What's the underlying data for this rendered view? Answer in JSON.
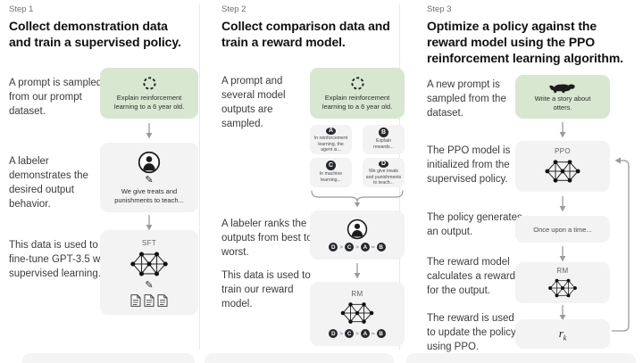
{
  "colors": {
    "background": "#ffffff",
    "green_box": "#d8e7d0",
    "gray_box": "#f3f3f3",
    "dark_circle": "#24272c",
    "arrow_gray": "#9b9b9b",
    "heading_text": "#101010",
    "body_text": "#3c3c3c"
  },
  "icons": {
    "sample": "dashed-circle-icon",
    "labeler": "person-in-circle-icon",
    "pencil": "✎",
    "network": "neural-net-icon",
    "document": "page-icon",
    "otter": "otter-silhouette-icon",
    "arrow_down": "↓"
  },
  "ranking": [
    "D",
    ">",
    "C",
    ">",
    "A",
    "=",
    "B"
  ],
  "steps": [
    {
      "label": "Step 1",
      "heading": "Collect demonstration data and train a supervised policy.",
      "captions": [
        "A prompt is sampled from our prompt dataset.",
        "A labeler demonstrates the desired output behavior.",
        "This data is used to fine-tune GPT-3.5 with supervised learning."
      ],
      "prompt_box": "Explain reinforcement learning to a 6 year old.",
      "labeler_box": "We give treats and punishments to teach...",
      "model_label": "SFT"
    },
    {
      "label": "Step 2",
      "heading": "Collect comparison data and train a reward model.",
      "captions": [
        "A prompt and several model outputs are sampled.",
        "A labeler ranks the outputs from best to worst.",
        "This data is used to train our reward model."
      ],
      "prompt_box": "Explain reinforcement learning to a 6 year old.",
      "outputs": [
        {
          "letter": "A",
          "text": "In reinforcement learning, the agent is..."
        },
        {
          "letter": "B",
          "text": "Explain rewards..."
        },
        {
          "letter": "C",
          "text": "In machine learning..."
        },
        {
          "letter": "D",
          "text": "We give treats and punishments to teach..."
        }
      ],
      "model_label": "RM"
    },
    {
      "label": "Step 3",
      "heading": "Optimize a policy against the reward model using the PPO reinforcement learning algorithm.",
      "captions": [
        "A new prompt is sampled from the dataset.",
        "The PPO model is initialized from the supervised policy.",
        "The policy generates an output.",
        "The reward model calculates a reward for the output.",
        "The reward is used to update the policy using PPO."
      ],
      "prompt_box": "Write a story about otters.",
      "ppo_label": "PPO",
      "output_box": "Once upon a time...",
      "rm_label": "RM",
      "reward": {
        "base": "r",
        "sub": "k"
      }
    }
  ]
}
